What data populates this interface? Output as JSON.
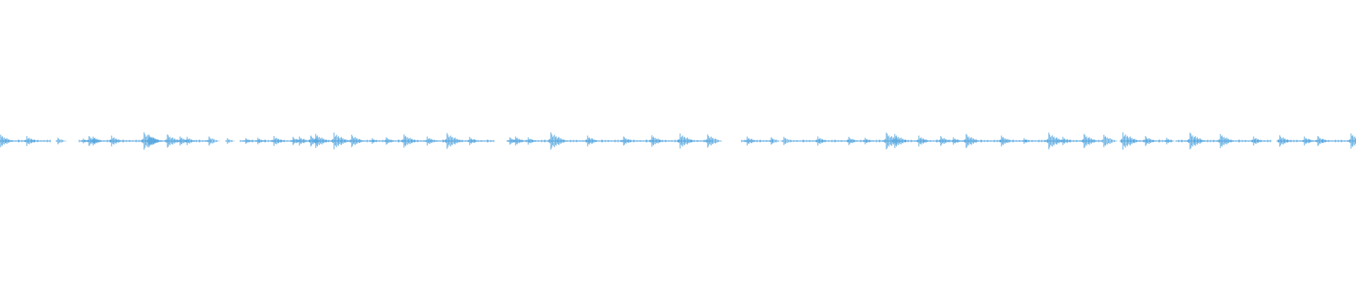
{
  "waveform": {
    "color": "#5aa9e0",
    "background": "#ffffff",
    "timeline_end": 1920,
    "gap_level": 0,
    "baseline_level": 0.04,
    "events": [
      [
        1,
        0.7
      ],
      [
        38,
        0.55
      ],
      [
        82,
        0.35
      ],
      [
        118,
        0.25
      ],
      [
        126,
        0.55
      ],
      [
        132,
        0.5
      ],
      [
        158,
        0.6
      ],
      [
        204,
        1.0
      ],
      [
        211,
        0.7
      ],
      [
        237,
        0.75
      ],
      [
        255,
        0.5
      ],
      [
        265,
        0.45
      ],
      [
        296,
        0.5
      ],
      [
        322,
        0.3
      ],
      [
        348,
        0.3
      ],
      [
        365,
        0.35
      ],
      [
        388,
        0.55
      ],
      [
        415,
        0.45
      ],
      [
        424,
        0.5
      ],
      [
        440,
        0.6
      ],
      [
        447,
        0.8
      ],
      [
        473,
        0.95
      ],
      [
        498,
        0.7
      ],
      [
        527,
        0.3
      ],
      [
        547,
        0.4
      ],
      [
        572,
        0.75
      ],
      [
        605,
        0.5
      ],
      [
        633,
        0.9
      ],
      [
        665,
        0.45
      ],
      [
        722,
        0.4
      ],
      [
        730,
        0.5
      ],
      [
        748,
        0.4
      ],
      [
        780,
        1.0
      ],
      [
        832,
        0.6
      ],
      [
        883,
        0.5
      ],
      [
        923,
        0.65
      ],
      [
        963,
        0.85
      ],
      [
        1002,
        0.75
      ],
      [
        1058,
        0.5
      ],
      [
        1092,
        0.4
      ],
      [
        1110,
        0.45
      ],
      [
        1158,
        0.5
      ],
      [
        1202,
        0.45
      ],
      [
        1225,
        0.35
      ],
      [
        1255,
        0.95
      ],
      [
        1267,
        0.8
      ],
      [
        1301,
        0.6
      ],
      [
        1332,
        0.55
      ],
      [
        1350,
        0.4
      ],
      [
        1368,
        0.8
      ],
      [
        1418,
        0.6
      ],
      [
        1450,
        0.3
      ],
      [
        1485,
        0.95
      ],
      [
        1505,
        0.45
      ],
      [
        1535,
        0.8
      ],
      [
        1563,
        0.7
      ],
      [
        1590,
        1.0
      ],
      [
        1622,
        0.55
      ],
      [
        1652,
        0.35
      ],
      [
        1685,
        0.95
      ],
      [
        1728,
        0.8
      ],
      [
        1775,
        0.5
      ],
      [
        1812,
        0.65
      ],
      [
        1847,
        0.5
      ],
      [
        1866,
        0.55
      ],
      [
        1913,
        0.85
      ]
    ],
    "dense_regions": [
      [
        0,
        72
      ],
      [
        112,
        300
      ],
      [
        340,
        700
      ],
      [
        718,
        1010
      ],
      [
        1050,
        1095
      ],
      [
        1120,
        1560
      ],
      [
        1588,
        1660
      ],
      [
        1665,
        1800
      ],
      [
        1810,
        1920
      ]
    ],
    "gaps": [
      [
        700,
        718
      ],
      [
        1010,
        1050
      ]
    ]
  }
}
